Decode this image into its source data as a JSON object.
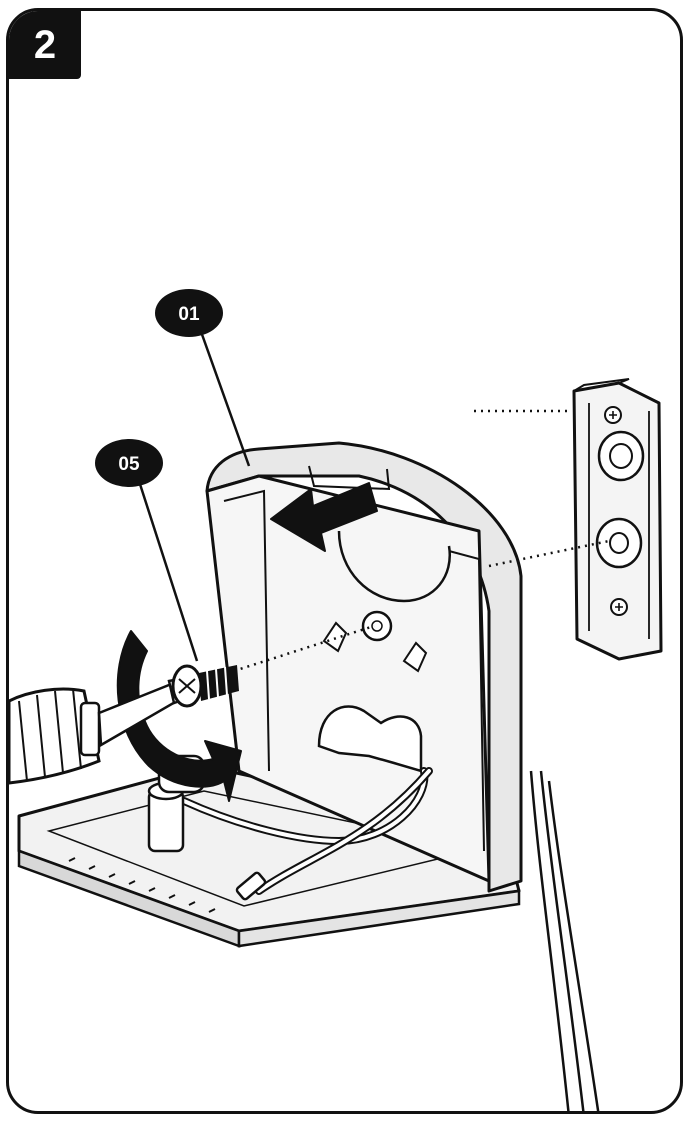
{
  "step": {
    "number": "2"
  },
  "callouts": [
    {
      "id": "01",
      "label": "01"
    },
    {
      "id": "05",
      "label": "05"
    }
  ],
  "colors": {
    "ink": "#111111",
    "paper": "#ffffff",
    "panel": "#f2f2f2",
    "shade": "#d8d8d8"
  },
  "icons": {
    "direction_arrow": "arrow-left-icon",
    "rotation": "rotate-clockwise-icon"
  }
}
